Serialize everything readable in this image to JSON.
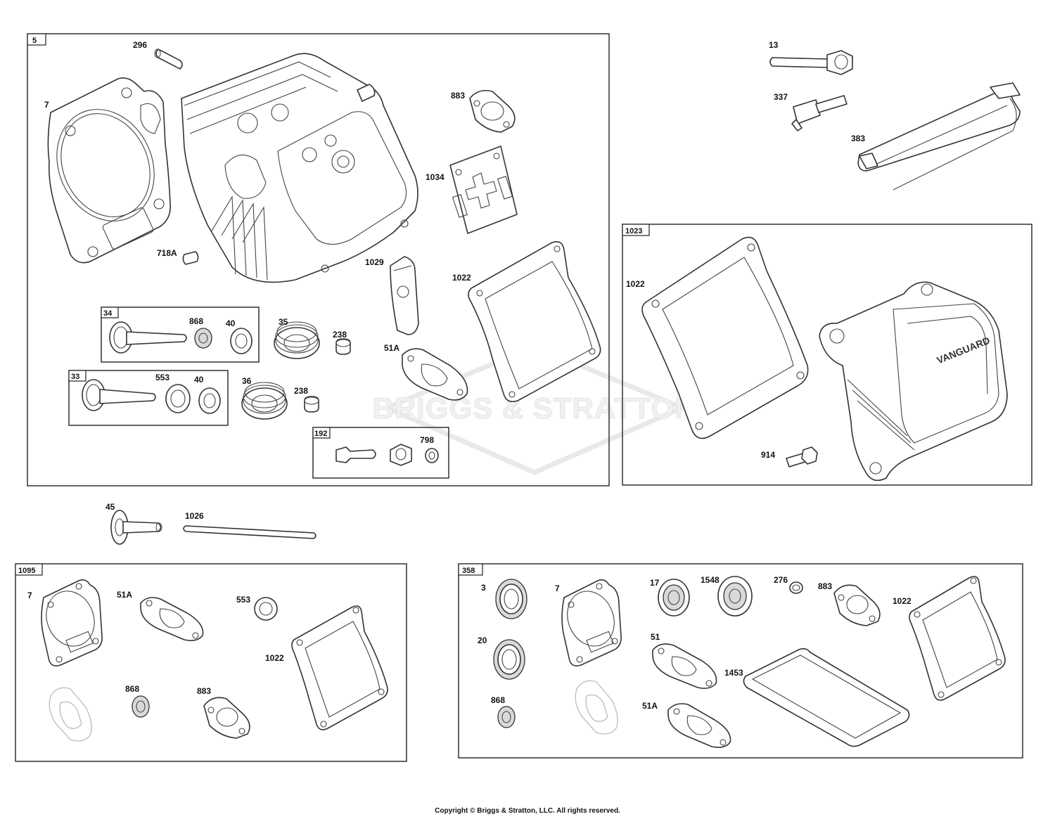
{
  "watermark": {
    "brand": "BRIGGS & STRATTON"
  },
  "boxes": {
    "head_assembly": "5",
    "valve_cover_assembly": "1023",
    "exhaust_valve_kit": "34",
    "intake_valve_kit": "33",
    "stud_kit": "192",
    "gasket_set_head": "1095",
    "gasket_set_engine": "358"
  },
  "callouts": {
    "c296": "296",
    "c7_head": "7",
    "c718a": "718A",
    "c883_top": "883",
    "c1034": "1034",
    "c1029": "1029",
    "c1022_top": "1022",
    "c51a_top": "51A",
    "c868_k34": "868",
    "c40_k34": "40",
    "c35": "35",
    "c238_a": "238",
    "c553_k33": "553",
    "c40_k33": "40",
    "c36": "36",
    "c238_b": "238",
    "c798": "798",
    "c13": "13",
    "c337": "337",
    "c383": "383",
    "c1022_cover": "1022",
    "c914": "914",
    "c45": "45",
    "c1026": "1026",
    "c7_1095": "7",
    "c51a_1095": "51A",
    "c553_1095": "553",
    "c1022_1095": "1022",
    "c868_1095": "868",
    "c883_1095": "883",
    "c3": "3",
    "c7_358": "7",
    "c17": "17",
    "c1548": "1548",
    "c276": "276",
    "c883_358": "883",
    "c1022_358": "1022",
    "c20": "20",
    "c51": "51",
    "c1453": "1453",
    "c868_358": "868",
    "c51a_358": "51A"
  },
  "cover_logo": "VANGUARD",
  "copyright": "Copyright © Briggs & Stratton, LLC. All rights reserved."
}
